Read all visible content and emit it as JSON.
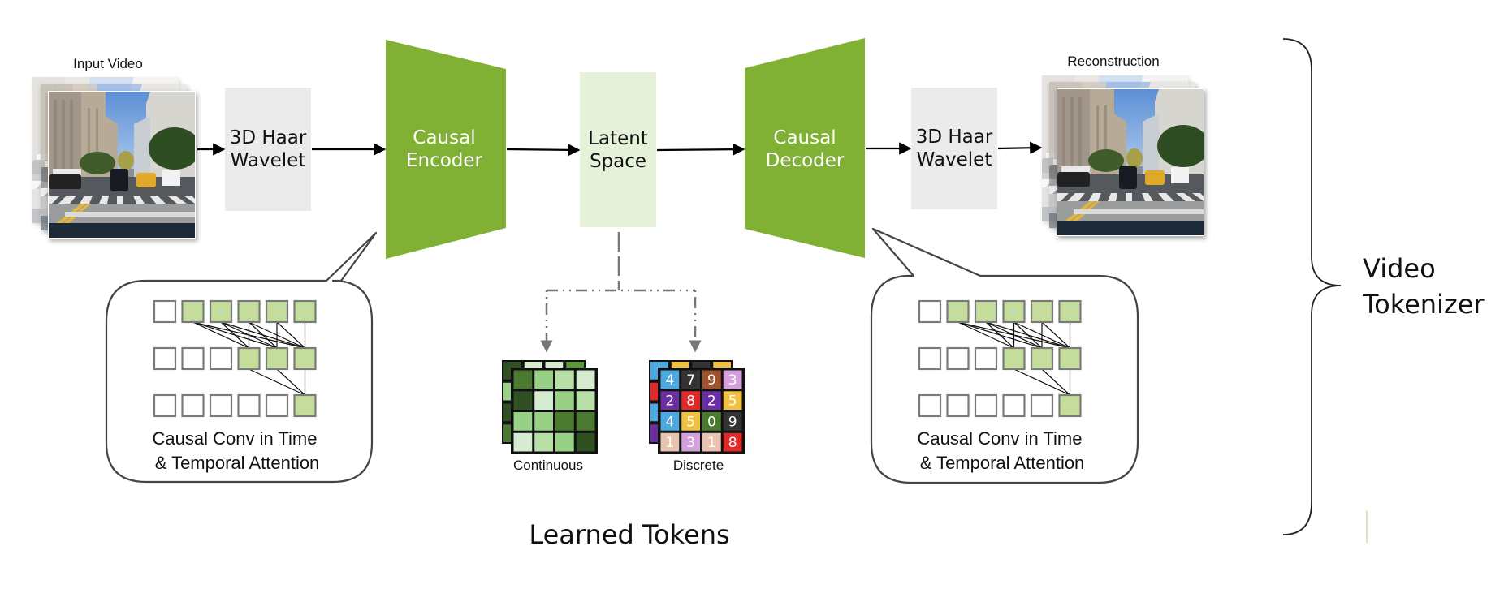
{
  "diagram": {
    "input_video_label": "Input Video",
    "reconstruction_label": "Reconstruction",
    "blocks": {
      "wavelet_in": [
        "3D Haar",
        "Wavelet"
      ],
      "encoder": [
        "Causal",
        "Encoder"
      ],
      "latent": [
        "Latent",
        "Space"
      ],
      "decoder": [
        "Causal",
        "Decoder"
      ],
      "wavelet_out": [
        "3D Haar",
        "Wavelet"
      ]
    },
    "bubble_caption": [
      "Causal Conv in Time",
      "& Temporal Attention"
    ],
    "token_types": {
      "continuous_label": "Continuous",
      "discrete_label": "Discrete"
    },
    "learned_tokens_label": "Learned Tokens",
    "group_label": [
      "Video",
      "Tokenizer"
    ],
    "attention_grid": {
      "rows": [
        [
          0,
          1,
          1,
          1,
          1,
          1
        ],
        [
          0,
          0,
          0,
          1,
          1,
          1
        ],
        [
          0,
          0,
          0,
          0,
          0,
          1
        ]
      ],
      "edges_row0_to_row1": [
        [
          1,
          3
        ],
        [
          1,
          4
        ],
        [
          1,
          5
        ],
        [
          2,
          3
        ],
        [
          2,
          4
        ],
        [
          2,
          5
        ],
        [
          3,
          3
        ],
        [
          3,
          4
        ],
        [
          3,
          5
        ],
        [
          4,
          4
        ],
        [
          4,
          5
        ],
        [
          5,
          5
        ]
      ],
      "edges_row1_to_row2": [
        [
          3,
          5
        ],
        [
          4,
          5
        ],
        [
          5,
          5
        ]
      ]
    },
    "continuous_grid": {
      "front": [
        [
          "#4a7a30",
          "#98d185",
          "#b8dfa5",
          "#d6ecd0"
        ],
        [
          "#2f5020",
          "#d6ecd0",
          "#98d185",
          "#b8dfa5"
        ],
        [
          "#98d185",
          "#98d185",
          "#4a7a30",
          "#4a7a30"
        ],
        [
          "#d6ecd0",
          "#b8dfa5",
          "#98d185",
          "#2f5020"
        ]
      ],
      "back_top": [
        "#2f5020",
        "#d6ecd0",
        "#d6ecd0",
        "#5a9a3e"
      ],
      "back_left": [
        "#2f5020",
        "#98d185",
        "#2f5020",
        "#4a7a30"
      ]
    },
    "discrete_grid": {
      "front": [
        [
          {
            "v": "4",
            "c": "#4ba8e0"
          },
          {
            "v": "7",
            "c": "#333333"
          },
          {
            "v": "9",
            "c": "#a0522d"
          },
          {
            "v": "3",
            "c": "#d4a0dc"
          }
        ],
        [
          {
            "v": "2",
            "c": "#6a2fa0"
          },
          {
            "v": "8",
            "c": "#e02a2a"
          },
          {
            "v": "2",
            "c": "#6a2fa0"
          },
          {
            "v": "5",
            "c": "#f0c040"
          }
        ],
        [
          {
            "v": "4",
            "c": "#4ba8e0"
          },
          {
            "v": "5",
            "c": "#f0c040"
          },
          {
            "v": "0",
            "c": "#4a7a30"
          },
          {
            "v": "9",
            "c": "#333333"
          }
        ],
        [
          {
            "v": "1",
            "c": "#e8c4b0"
          },
          {
            "v": "3",
            "c": "#d4a0dc"
          },
          {
            "v": "1",
            "c": "#e8c4b0"
          },
          {
            "v": "8",
            "c": "#e02a2a"
          }
        ]
      ],
      "back_top": [
        "#4ba8e0",
        "#f0c040",
        "#333333",
        "#f0c040"
      ],
      "back_left": [
        "#4ba8e0",
        "#e02a2a",
        "#4ba8e0",
        "#6a2fa0"
      ]
    },
    "colors": {
      "coder_green": "#80b135",
      "latent_fill": "#e6f1da",
      "wavelet_fill": "#ebebeb",
      "attn_green": "#c4dc9c",
      "connector_gray": "#777777"
    }
  }
}
